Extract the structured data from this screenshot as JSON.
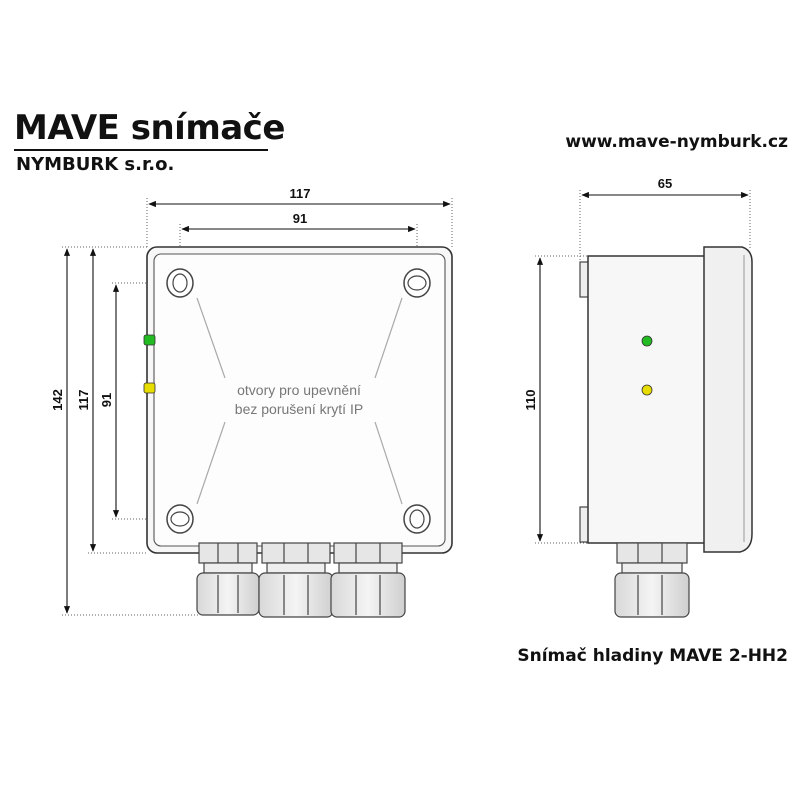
{
  "header": {
    "brand_title": "MAVE snímače",
    "brand_subtitle": "NYMBURK s.r.o.",
    "website": "www.mave-nymburk.cz"
  },
  "front_view": {
    "dim_width_outer": "117",
    "dim_width_holes": "91",
    "dim_height_total": "142",
    "dim_height_box": "117",
    "dim_height_holes": "91",
    "note_line1": "otvory pro upevnění",
    "note_line2": "bez porušení krytí IP",
    "led_colors": [
      "#22bb22",
      "#e8dd00"
    ]
  },
  "side_view": {
    "dim_depth": "65",
    "dim_height": "110",
    "led_colors": [
      "#22bb22",
      "#e8dd00"
    ]
  },
  "caption": "Snímač hladiny MAVE 2-HH2"
}
